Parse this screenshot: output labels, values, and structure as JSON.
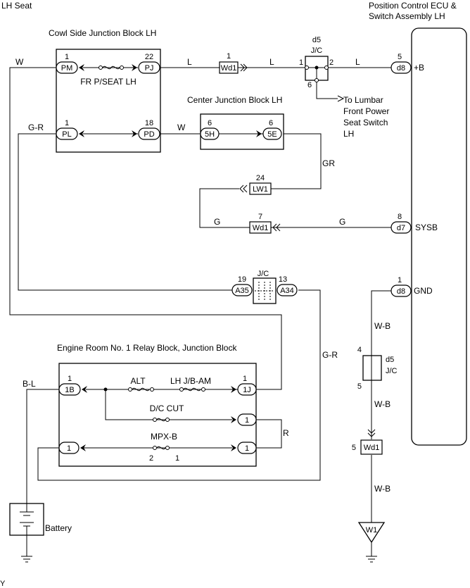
{
  "titles": {
    "lh_seat": "LH Seat",
    "ecu_line1": "Position Control ECU &",
    "ecu_line2": "Switch Assembly LH",
    "cowl_jb": "Cowl Side Junction Block LH",
    "center_jb": "Center Junction Block LH",
    "engine_rb": "Engine Room No. 1 Relay Block, Junction Block",
    "lumbar_1": "To Lumbar",
    "lumbar_2": "Front Power",
    "lumbar_3": "Seat Switch",
    "lumbar_4": "LH",
    "battery": "Battery",
    "corner_mark": "Y"
  },
  "fuses": {
    "fr_pseat": "FR P/SEAT LH",
    "alt": "ALT",
    "lh_jb_am": "LH J/B-AM",
    "dc_cut": "D/C CUT",
    "mpx_b": "MPX-B",
    "mpx_pin_left": "2",
    "mpx_pin_right": "1"
  },
  "connectors": {
    "pm": {
      "label": "PM",
      "pin": "1"
    },
    "pj": {
      "label": "PJ",
      "pin": "22"
    },
    "pl": {
      "label": "PL",
      "pin": "1"
    },
    "pd": {
      "label": "PD",
      "pin": "18"
    },
    "c5h": {
      "label": "5H",
      "pin": "6"
    },
    "c5e": {
      "label": "5E",
      "pin": "6"
    },
    "wd1_top": {
      "label": "Wd1",
      "pin": "1"
    },
    "lw1": {
      "label": "LW1",
      "pin": "24"
    },
    "wd1_mid": {
      "label": "Wd1",
      "pin": "7"
    },
    "d8_top": {
      "label": "d8",
      "pin": "5"
    },
    "d7": {
      "label": "d7",
      "pin": "8"
    },
    "d8_gnd": {
      "label": "d8",
      "pin": "1"
    },
    "a35": {
      "label": "A35",
      "pin": "19"
    },
    "a34": {
      "label": "A34",
      "pin": "13"
    },
    "c1b": {
      "label": "1B",
      "pin": "1"
    },
    "c1j": {
      "label": "1J",
      "pin": "1"
    },
    "dc_out": {
      "label": "1"
    },
    "mpx_in": {
      "label": "1"
    },
    "mpx_out": {
      "label": "1"
    },
    "wd1_bot": {
      "label": "Wd1",
      "pin": "5"
    },
    "w1": {
      "label": "W1"
    }
  },
  "junctions": {
    "jc_top_name": "d5",
    "jc_top_type": "J/C",
    "jc_top_p1": "1",
    "jc_top_p2": "2",
    "jc_top_p6": "6",
    "jc_mid_type": "J/C",
    "jc_bot_name": "d5",
    "jc_bot_type": "J/C",
    "jc_bot_p4": "4",
    "jc_bot_p5": "5"
  },
  "terminals": {
    "plus_b": "+B",
    "sysb": "SYSB",
    "gnd": "GND"
  },
  "wires": {
    "w": "W",
    "gr_left": "G-R",
    "l1": "L",
    "l2": "L",
    "l3": "L",
    "w_center": "W",
    "gr_right": "GR",
    "g_left": "G",
    "g_right": "G",
    "gr_vertical": "G-R",
    "r": "R",
    "bl": "B-L",
    "wb1": "W-B",
    "wb2": "W-B",
    "wb3": "W-B"
  },
  "colors": {
    "line": "#000000",
    "background": "#ffffff"
  }
}
